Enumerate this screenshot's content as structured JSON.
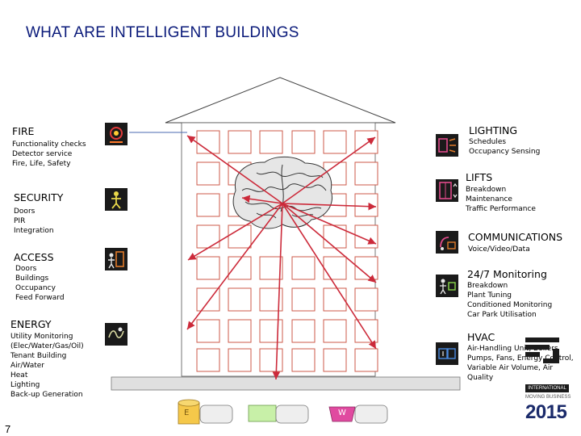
{
  "title": "WHAT ARE INTELLIGENT BUILDINGS",
  "page_number": "7",
  "sections": {
    "fire": {
      "heading": "FIRE",
      "lines": [
        "Functionality checks",
        "Detector service",
        "Fire, Life, Safety"
      ],
      "icon": "fire-detector-icon"
    },
    "security": {
      "heading": "SECURITY",
      "lines": [
        "Doors",
        "PIR",
        "Integration"
      ],
      "icon": "security-guard-icon"
    },
    "access": {
      "heading": "ACCESS",
      "lines": [
        "Doors",
        "Buildings",
        "Occupancy",
        "Feed Forward"
      ],
      "icon": "access-door-icon"
    },
    "energy": {
      "heading": "ENERGY",
      "lines": [
        "Utility Monitoring",
        "(Elec/Water/Gas/Oil)",
        "Tenant Building",
        "Air/Water",
        "Heat",
        "Lighting",
        "Back-up Generation"
      ],
      "icon": "energy-icon"
    },
    "lighting": {
      "heading": "LIGHTING",
      "lines": [
        "Schedules",
        "Occupancy Sensing"
      ],
      "icon": "lighting-icon"
    },
    "lifts": {
      "heading": "LIFTS",
      "lines": [
        "Breakdown",
        "Maintenance",
        "Traffic Performance"
      ],
      "icon": "lift-icon"
    },
    "communications": {
      "heading": "COMMUNICATIONS",
      "lines": [
        "Voice/Video/Data"
      ],
      "icon": "communications-icon"
    },
    "monitoring": {
      "heading": "24/7 Monitoring",
      "lines": [
        "Breakdown",
        "Plant Tuning",
        "Conditioned Monitoring",
        "Car Park Utilisation"
      ],
      "icon": "monitoring-icon"
    },
    "hvac": {
      "heading": "HVAC",
      "lines": [
        "Air-Handling Unit, Boilers",
        "Pumps, Fans, Energy Control,",
        "Variable Air Volume, Air",
        "Quality"
      ],
      "icon": "hvac-icon"
    }
  },
  "tanks": {
    "left_label": "E",
    "right_label": "W"
  },
  "logo": {
    "line1": "INTERNATIONAL",
    "line2": "MOVING BUSINESS",
    "year": "2015"
  },
  "colors": {
    "title": "#0a1a7a",
    "arrow": "#cc2a3a",
    "window": "#cc5a4a",
    "tank_yellow": "#f5c84a",
    "tank_green": "#c8f0a8",
    "tank_pink": "#e04aa0",
    "accent_orange": "#e07a2a"
  }
}
